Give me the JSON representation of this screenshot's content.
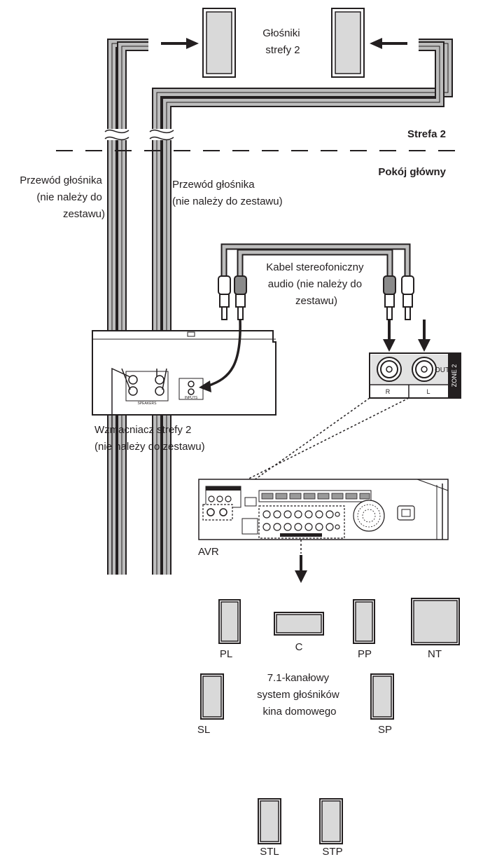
{
  "zone2_speakers_label": [
    "Głośniki",
    "strefy 2"
  ],
  "zone_label": "Strefa 2",
  "main_room_label": "Pokój główny",
  "speaker_wire_left_label": [
    "Przewód głośnika",
    "(nie należy do",
    "zestawu)"
  ],
  "speaker_wire_right_label": [
    "Przewód głośnika",
    "(nie należy do zestawu)"
  ],
  "stereo_cable_label": [
    "Kabel stereofoniczny",
    "audio (nie należy do",
    "zestawu)"
  ],
  "amp_label": [
    "Wzmacniacz strefy 2",
    "(nie należy do zestawu)"
  ],
  "amp_panel": {
    "speakers_text": "SPEAKERS",
    "inputs_text": "INPUTS"
  },
  "zone2_jack": {
    "r": "R",
    "l": "L",
    "out": "OUT",
    "zone": "ZONE 2"
  },
  "avr_label": "AVR",
  "home_theater_label": [
    "7.1-kanałowy",
    "system głośników",
    "kina domowego"
  ],
  "speakers": {
    "pl": "PL",
    "c": "C",
    "pp": "PP",
    "nt": "NT",
    "sl": "SL",
    "sp": "SP",
    "stl": "STL",
    "stp": "STP"
  },
  "colors": {
    "line": "#231f20",
    "cable_fill": "#bdbdbd",
    "speaker_fill": "#d9d9d9",
    "plug_dark": "#8a8a8a"
  }
}
